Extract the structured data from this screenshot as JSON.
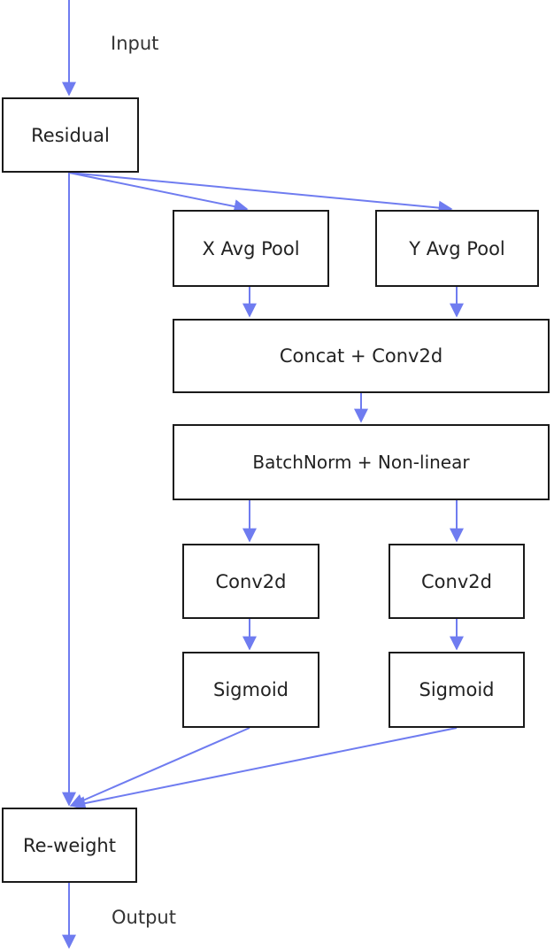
{
  "nodes": {
    "residual": "Residual",
    "x_avg_pool": "X Avg Pool",
    "y_avg_pool": "Y Avg Pool",
    "concat_conv": "Concat + Conv2d",
    "batchnorm": "BatchNorm + Non-linear",
    "conv_left": "Conv2d",
    "conv_right": "Conv2d",
    "sigmoid_left": "Sigmoid",
    "sigmoid_right": "Sigmoid",
    "reweight": "Re-weight"
  },
  "labels": {
    "input": "Input",
    "output": "Output"
  },
  "colors": {
    "edge": "#6f7cf0",
    "border": "#1a1a1a"
  }
}
